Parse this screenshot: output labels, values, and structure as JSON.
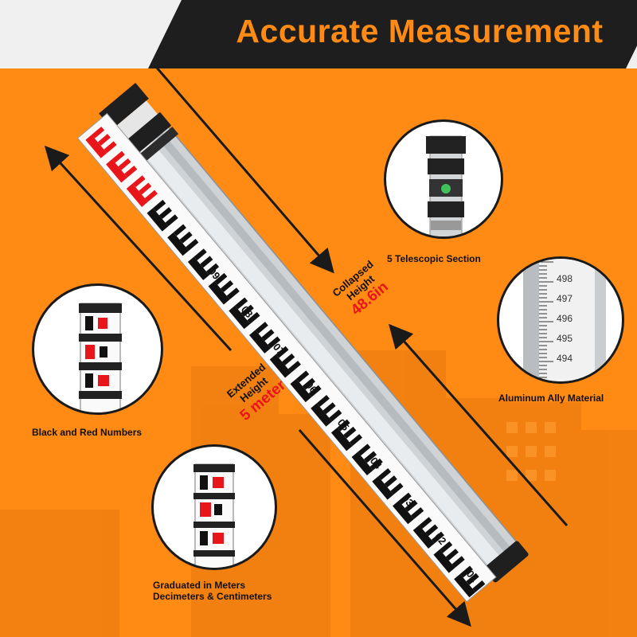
{
  "header": {
    "title": "Accurate Measurement"
  },
  "features": {
    "telescopic": {
      "label": "5 Telescopic Section"
    },
    "aluminum": {
      "label": "Aluminum Ally Material",
      "ticks": [
        "498",
        "497",
        "496",
        "495",
        "494"
      ]
    },
    "numbers": {
      "label": "Black and Red Numbers"
    },
    "graduated": {
      "line1": "Graduated in Meters",
      "line2": "Decimeters & Centimeters"
    }
  },
  "collapsed": {
    "line1": "Collapsed",
    "line2": "Height",
    "value": "48.6in"
  },
  "extended": {
    "line1": "Extended",
    "line2": "Height",
    "value": "5 meter"
  },
  "rod_labels": [
    "09",
    "08",
    "07",
    "06",
    "05",
    "04",
    "03",
    "02",
    "01"
  ],
  "colors": {
    "accent": "#ff8a14",
    "header": "#1e1e1e",
    "red": "#e8161b"
  }
}
